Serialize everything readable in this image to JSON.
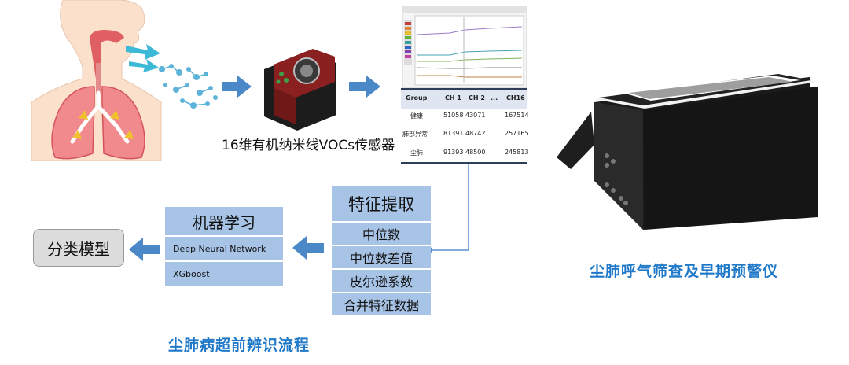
{
  "sensor_label": "16维有机纳米线VOCs传感器",
  "table": {
    "headers": [
      "Group",
      "CH 1",
      "CH 2",
      "...",
      "CH16"
    ],
    "rows": [
      [
        "健康",
        "51058",
        "43071",
        "",
        "167514"
      ],
      [
        "肺部异常",
        "81391",
        "48742",
        "",
        "257165"
      ],
      [
        "尘肺",
        "91393",
        "48500",
        "",
        "245813"
      ]
    ]
  },
  "features": {
    "title": "特征提取",
    "items": [
      "中位数",
      "中位数差值",
      "皮尔逊系数",
      "合并特征数据"
    ]
  },
  "ml": {
    "title": "机器学习",
    "items": [
      "Deep Neural Network",
      "XGboost"
    ]
  },
  "classifier": "分类模型",
  "caption_left": "尘肺病超前辨识流程",
  "caption_right": "尘肺呼气筛查及早期预警仪",
  "colors": {
    "accent_blue": "#1f78c8",
    "box_blue": "#a7c3e6",
    "arrow_blue": "#4a88c8"
  }
}
